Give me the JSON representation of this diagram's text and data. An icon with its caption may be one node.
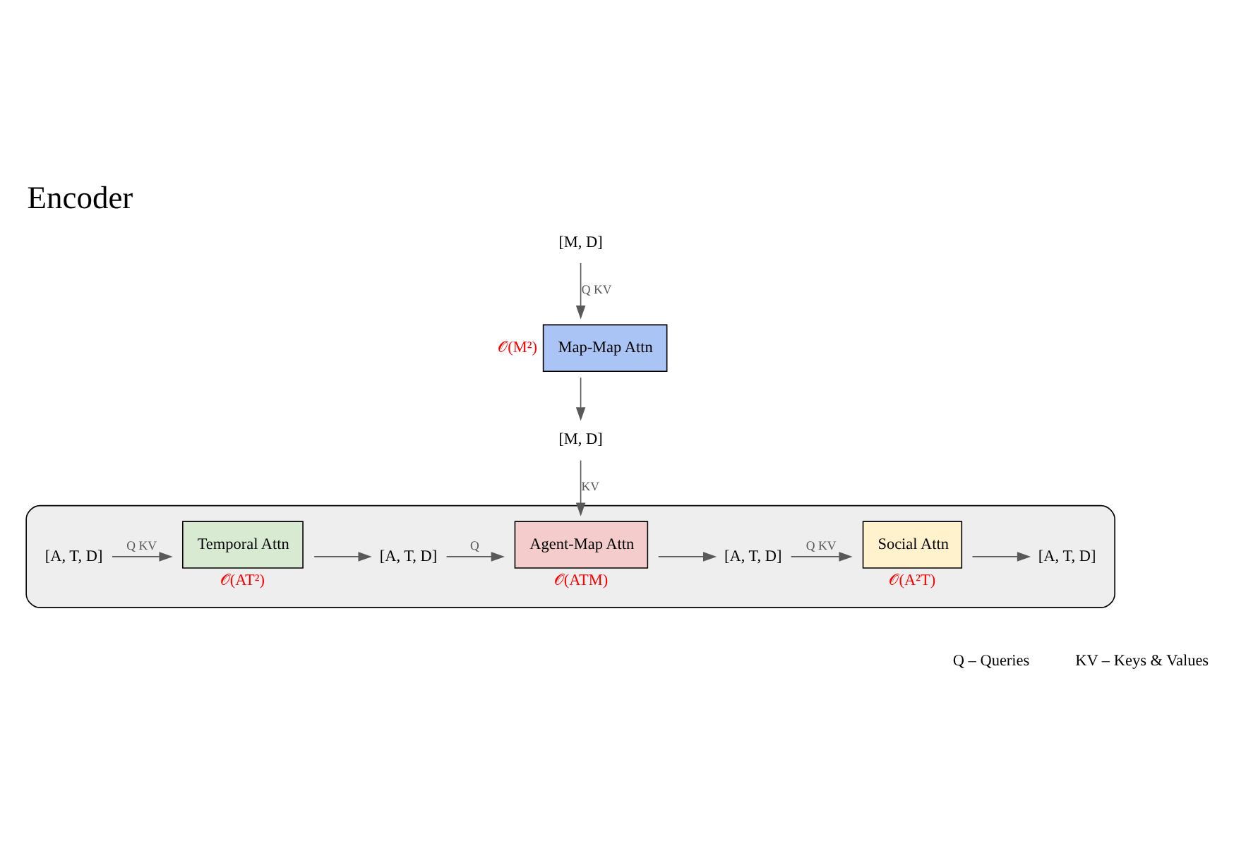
{
  "diagram": {
    "title": "Encoder",
    "nodes": [
      {
        "text": [
          "[M, D]"
        ]
      },
      {
        "text": [
          "Map-Map Attn"
        ],
        "beside": [
          "𝒪(M²)"
        ]
      },
      {
        "text": [
          "[M, D]"
        ]
      },
      {
        "text": [],
        "shape": "box"
      },
      {
        "text": [
          "[A, T, D]"
        ],
        "in": 3
      },
      {
        "text": [
          "Temporal Attn"
        ],
        "in": 3,
        "beside": [
          "𝒪(AT²)"
        ]
      },
      {
        "text": [
          "[A, T, D]"
        ],
        "in": 3
      },
      {
        "text": [
          "Agent-Map Attn"
        ],
        "in": 3,
        "beside": [
          "𝒪(ATM)"
        ]
      },
      {
        "text": [
          "[A, T, D]"
        ],
        "in": 3
      },
      {
        "text": [
          "Social Attn"
        ],
        "in": 3,
        "beside": [
          "𝒪(A²T)"
        ]
      },
      {
        "text": [
          "[A, T, D]"
        ],
        "in": 3
      }
    ],
    "edges": [
      {
        "from": 0,
        "to": 1,
        "arrow": "to",
        "label": "Q KV"
      },
      {
        "from": 1,
        "to": 2,
        "arrow": "to"
      },
      {
        "from": 2,
        "to": 7,
        "arrow": "to",
        "label": "KV"
      },
      {
        "from": 4,
        "to": 5,
        "arrow": "to",
        "label": "Q KV"
      },
      {
        "from": 5,
        "to": 6,
        "arrow": "to"
      },
      {
        "from": 6,
        "to": 7,
        "arrow": "to",
        "label": "Q"
      },
      {
        "from": 7,
        "to": 8,
        "arrow": "to"
      },
      {
        "from": 8,
        "to": 9,
        "arrow": "to",
        "label": "Q KV"
      },
      {
        "from": 9,
        "to": 10,
        "arrow": "to"
      }
    ],
    "labels": [
      "Q – Queries",
      "KV – Keys & Values"
    ]
  }
}
